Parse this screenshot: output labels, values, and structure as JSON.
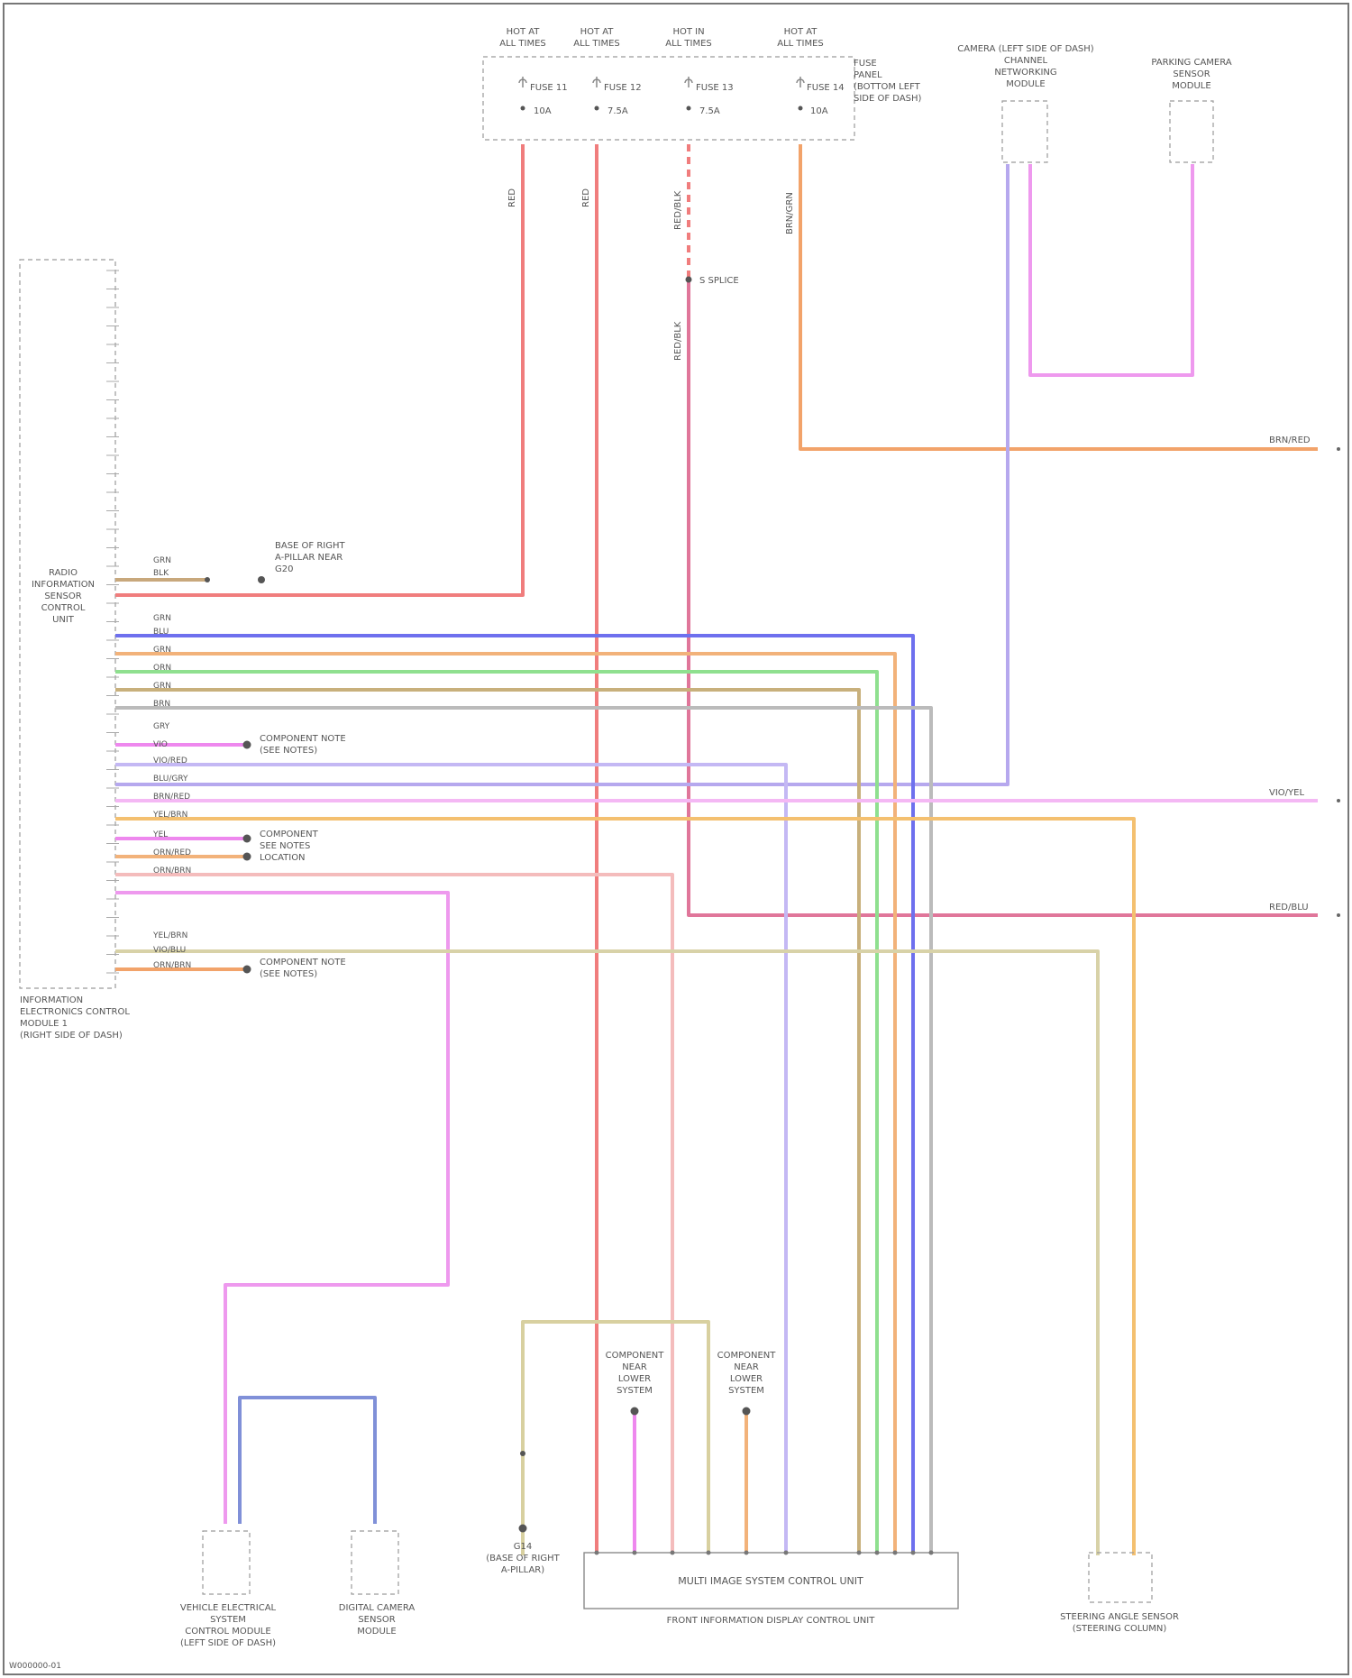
{
  "title": "",
  "components": {
    "ecm_label": [
      "INFORMATION",
      "ELECTRONICS CONTROL",
      "MODULE 1",
      "(RIGHT SIDE OF DASH)"
    ],
    "ecm_inner": [
      "RADIO",
      "INFORMATION",
      "SENSOR",
      "CONTROL",
      "UNIT"
    ],
    "fuse_box_label": [
      "FUSE",
      "PANEL",
      "(BOTTOM LEFT",
      "SIDE OF DASH)"
    ],
    "camera_label": [
      "CAMERA (LEFT SIDE OF DASH)",
      "CHANNEL",
      "NETWORKING",
      "MODULE"
    ],
    "parking_label": [
      "PARKING CAMERA",
      "SENSOR",
      "MODULE"
    ],
    "bottom_left_1": [
      "VEHICLE ELECTRICAL",
      "SYSTEM",
      "CONTROL MODULE",
      "(LEFT SIDE OF DASH)"
    ],
    "bottom_left_2": [
      "DIGITAL CAMERA",
      "SENSOR",
      "MODULE"
    ],
    "ground_label": [
      "G14",
      "(BASE OF RIGHT",
      "A-PILLAR)"
    ],
    "multi_module": "MULTI IMAGE SYSTEM CONTROL UNIT",
    "multi_module_sub": "FRONT INFORMATION DISPLAY CONTROL UNIT",
    "right_module": [
      "STEERING ANGLE SENSOR",
      "(STEERING COLUMN)"
    ],
    "footer_code": "W000000-01"
  },
  "fuses": [
    {
      "hdr": [
        "HOT AT",
        "ALL TIMES"
      ],
      "name": "FUSE 11",
      "amp": "10A"
    },
    {
      "hdr": [
        "HOT AT",
        "ALL TIMES"
      ],
      "name": "FUSE 12",
      "amp": "7.5A"
    },
    {
      "hdr": [
        "HOT IN",
        "ALL TIMES"
      ],
      "name": "FUSE 13",
      "amp": "7.5A"
    },
    {
      "hdr": [
        "HOT AT",
        "ALL TIMES"
      ],
      "name": "FUSE 14",
      "amp": "10A"
    }
  ],
  "wires": {
    "fuse_colors": [
      "RED",
      "RED",
      "RED/BLK",
      "BRN/GRN"
    ],
    "splice": "S SPLICE",
    "ground_top": [
      "BASE OF RIGHT",
      "A-PILLAR NEAR",
      "G20"
    ],
    "pin_labels": [
      "GRN",
      "BLK",
      "GRN",
      "BLU",
      "GRN",
      "ORN",
      "GRN",
      "BRN",
      "GRY",
      "VIO",
      "VIO/RED",
      "BLU/GRY",
      "BRN/RED",
      "YEL/BRN",
      "YEL",
      "ORN/RED",
      "ORN/BRN",
      "YEL/BRN",
      "VIO/BLU",
      "ORN/BRN"
    ],
    "notes": [
      [
        "COMPONENT NOTE",
        "(SEE NOTES)"
      ],
      [
        "COMPONENT",
        "SEE NOTES",
        "LOCATION"
      ],
      [
        "COMPONENT NOTE",
        "(SEE NOTES)"
      ]
    ],
    "right_ends": [
      "BRN/RED",
      "VIO/YEL",
      "RED/BLU"
    ],
    "bottom_notes": [
      [
        "COMPONENT",
        "NEAR",
        "LOWER",
        "SYSTEM"
      ],
      [
        "COMPONENT",
        "NEAR",
        "LOWER",
        "SYSTEM"
      ]
    ]
  },
  "colors": {
    "red": "#f07d7d",
    "orange": "#f2b27a",
    "pink": "#ee99ee",
    "blue": "#6e70ee",
    "green": "#8fe08f",
    "tan": "#ccc8a0",
    "lavender": "#b6a8ee",
    "darkpink": "#e0769a",
    "brown": "#c8a87c"
  }
}
